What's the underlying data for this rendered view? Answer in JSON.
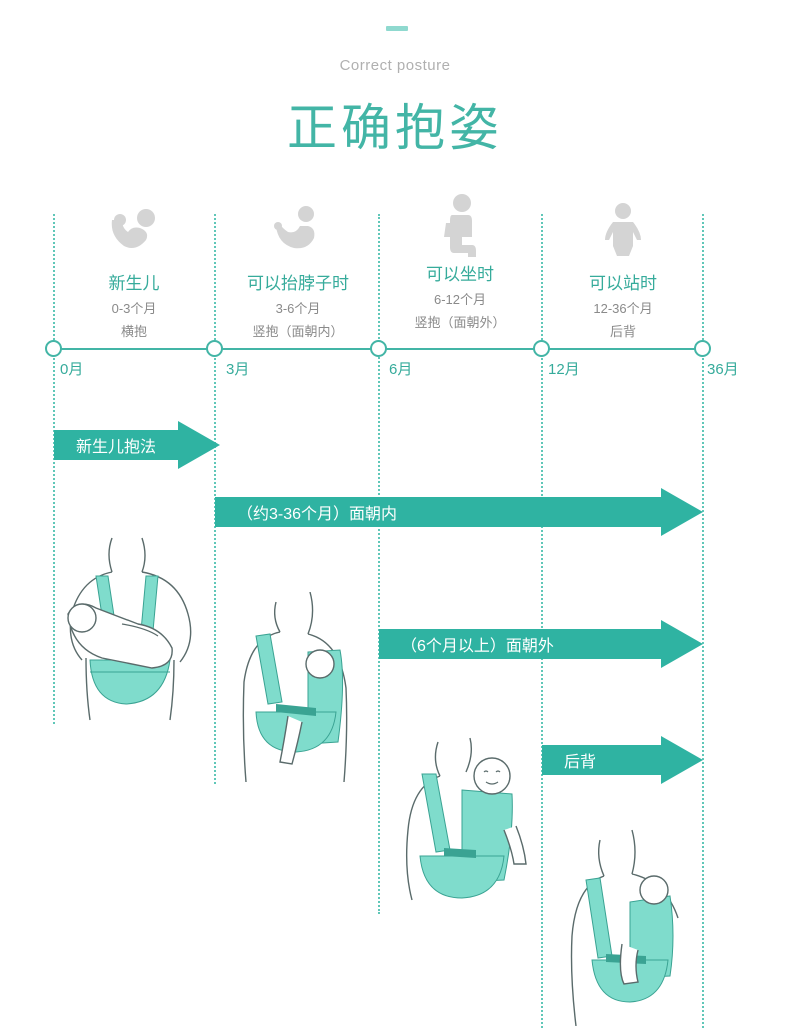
{
  "header": {
    "subtitle": "Correct posture",
    "title": "正确抱姿"
  },
  "stages": [
    {
      "name": "新生儿",
      "range": "0-3个月",
      "hold": "横抱",
      "icon": "newborn-icon"
    },
    {
      "name": "可以抬脖子时",
      "range": "3-6个月",
      "hold": "竖抱（面朝内）",
      "icon": "baby-lift-neck-icon"
    },
    {
      "name": "可以坐时",
      "range": "6-12个月",
      "hold": "竖抱（面朝外）",
      "icon": "baby-sitting-icon"
    },
    {
      "name": "可以站时",
      "range": "12-36个月",
      "hold": "后背",
      "icon": "baby-standing-icon"
    }
  ],
  "timeline": [
    "0月",
    "3月",
    "6月",
    "12月",
    "36月"
  ],
  "arrows": [
    {
      "label": "新生儿抱法"
    },
    {
      "label": "（约3-36个月）面朝内"
    },
    {
      "label": "（6个月以上）面朝外"
    },
    {
      "label": "后背"
    }
  ],
  "colors": {
    "accent": "#43b5a6",
    "arrow": "#2fb3a2",
    "carrier": "#7fdccc",
    "icon_gray": "#d4d4d4"
  }
}
